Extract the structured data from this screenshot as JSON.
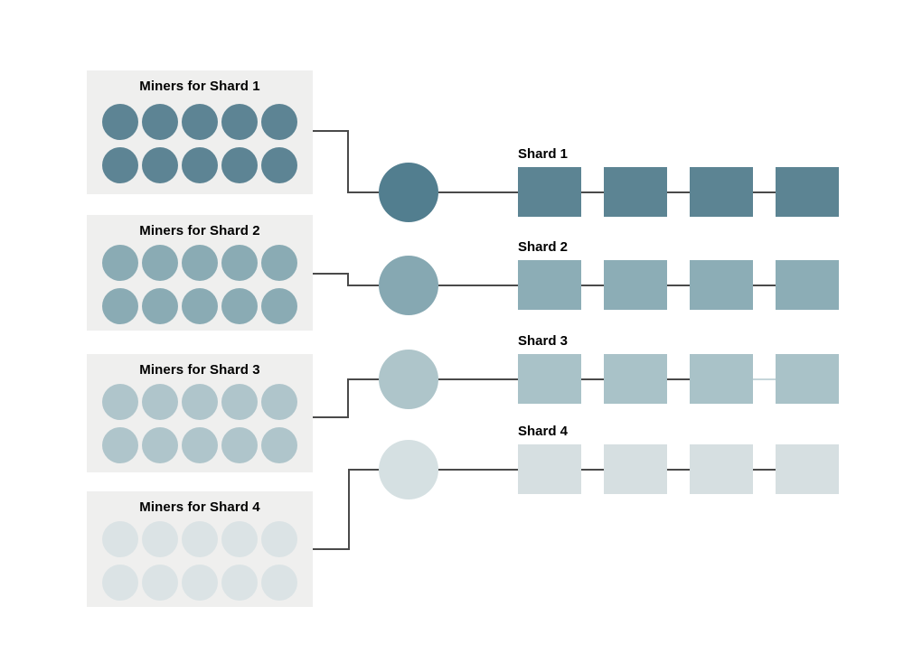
{
  "colors": {
    "background": "#ffffff",
    "box_background": "#efefee",
    "connector": "#4a4a4a",
    "faded_connector": "#c6d6da",
    "label_text": "#000000"
  },
  "shards": [
    {
      "miners_label": "Miners for Shard 1",
      "chain_label": "Shard 1",
      "miner_count": 10,
      "block_count": 4,
      "miner_color": "#5d8494",
      "hub_color": "#527e8f",
      "block_color": "#5c8493",
      "faded_link_index": null
    },
    {
      "miners_label": "Miners for Shard 2",
      "chain_label": "Shard 2",
      "miner_count": 10,
      "block_count": 4,
      "miner_color": "#8aabb4",
      "hub_color": "#86a8b2",
      "block_color": "#8cadb6",
      "faded_link_index": null
    },
    {
      "miners_label": "Miners for Shard 3",
      "chain_label": "Shard 3",
      "miner_count": 10,
      "block_count": 4,
      "miner_color": "#afc5cb",
      "hub_color": "#aec5ca",
      "block_color": "#a9c2c8",
      "faded_link_index": 2
    },
    {
      "miners_label": "Miners for Shard 4",
      "chain_label": "Shard 4",
      "miner_count": 10,
      "block_count": 4,
      "miner_color": "#dbe3e5",
      "hub_color": "#d5e0e2",
      "block_color": "#d6dfe1",
      "faded_link_index": null
    }
  ]
}
